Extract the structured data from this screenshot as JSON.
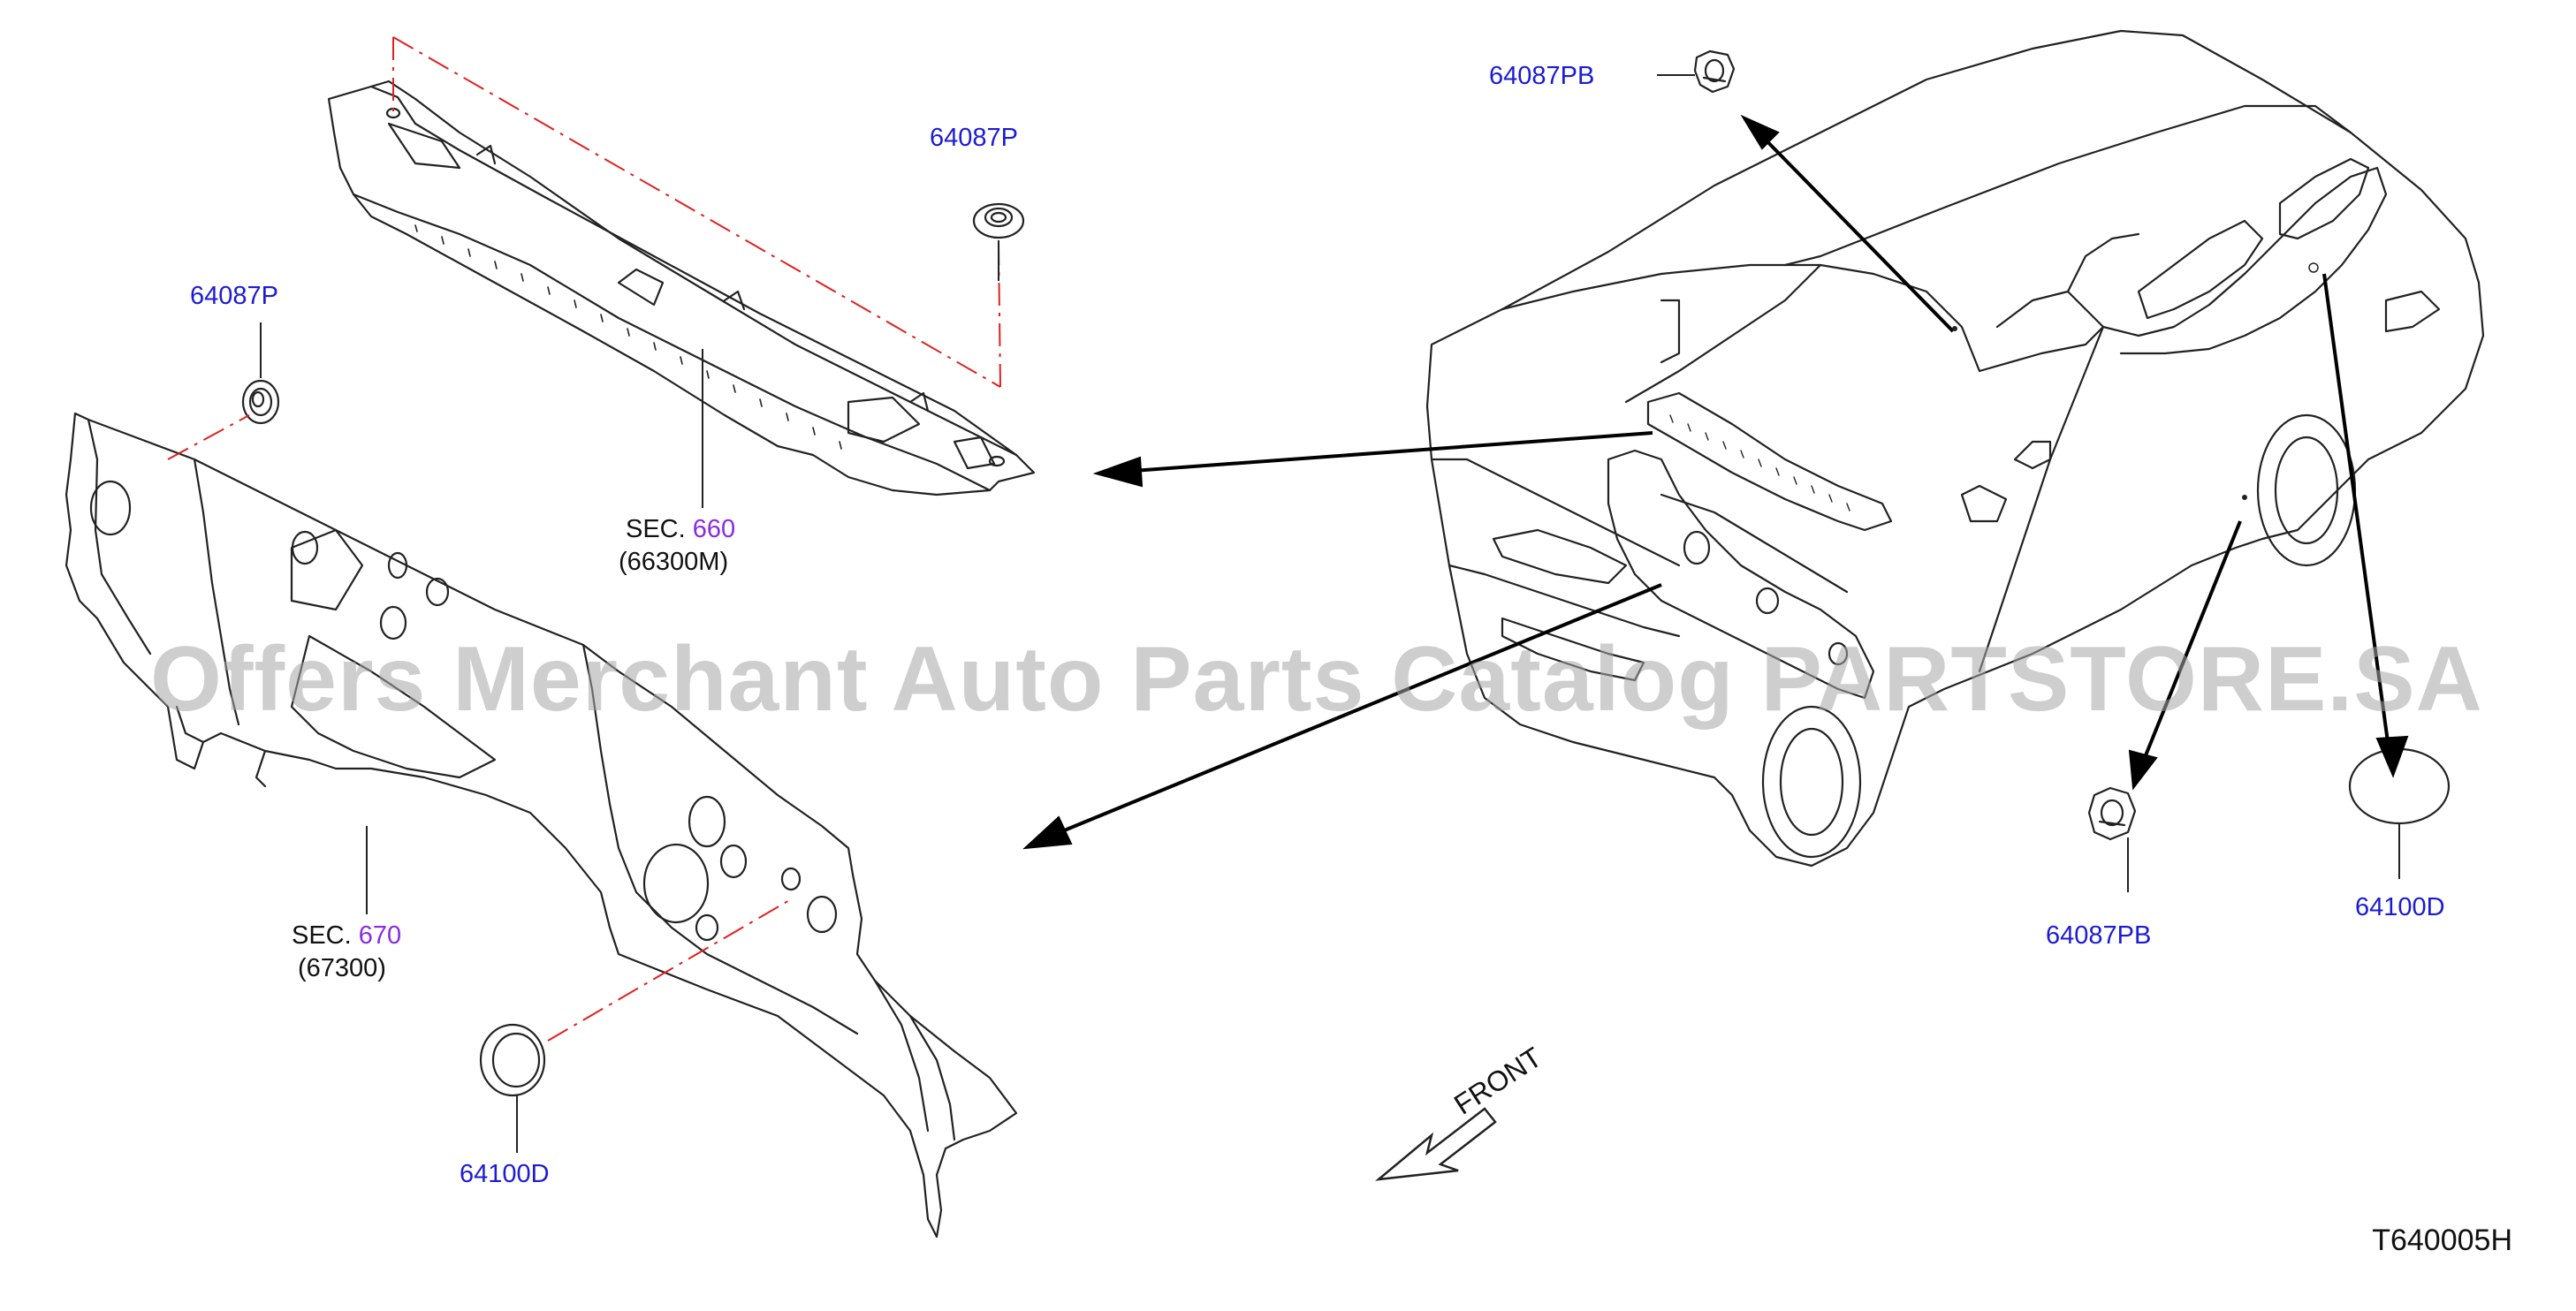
{
  "labels": {
    "top_car_clip": "64087PB",
    "cowl_grommet": "64087P",
    "dash_grommet": "64087P",
    "cowl_sec_prefix": "SEC.",
    "cowl_sec_num": "660",
    "cowl_sec_part": "(66300M)",
    "dash_sec_prefix": "SEC.",
    "dash_sec_num": "670",
    "dash_sec_part": "(67300)",
    "dash_plug": "64100D",
    "side_clip": "64087PB",
    "side_plug": "64100D",
    "front": "FRONT",
    "diagram_code": "T640005H"
  },
  "watermark": "Offers Merchant Auto Parts Catalog PARTSTORE.SA",
  "colors": {
    "part_number": "#1b1bd6",
    "section_number": "#8a2be2",
    "dash_line": "#e02020",
    "line": "#111111"
  }
}
